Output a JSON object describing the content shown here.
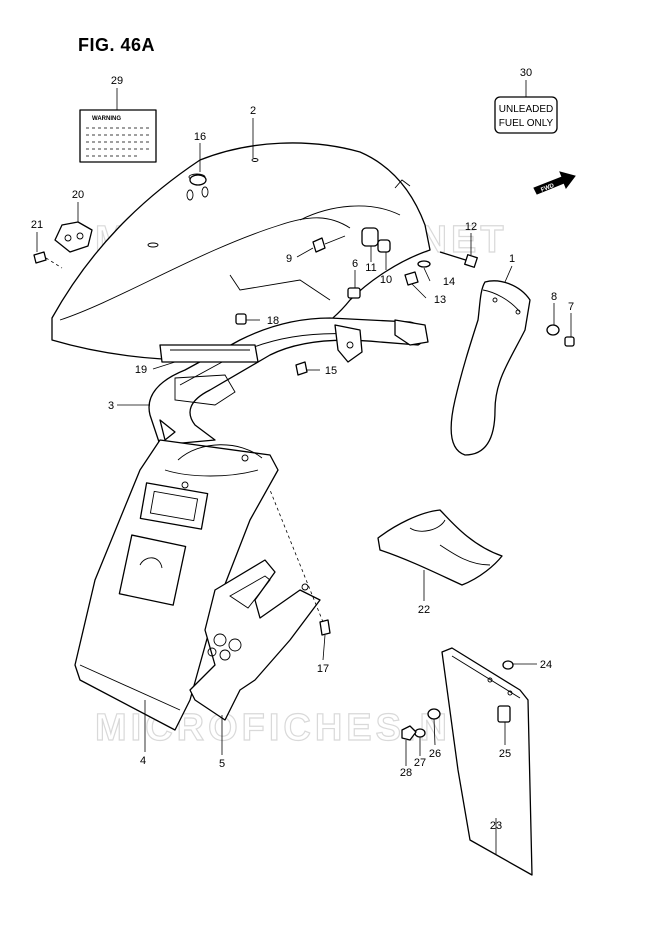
{
  "figure": {
    "title": "FIG. 46A"
  },
  "watermark": {
    "text": "MICROFICHES.NET"
  },
  "labels": {
    "warning_sticker": "WARNING",
    "unleaded_line1": "UNLEADED",
    "unleaded_line2": "FUEL ONLY",
    "forward_arrow": "FWD"
  },
  "callouts": {
    "p1": "1",
    "p2": "2",
    "p3": "3",
    "p4": "4",
    "p5": "5",
    "p6": "6",
    "p7": "7",
    "p8": "8",
    "p9": "9",
    "p10": "10",
    "p11": "11",
    "p12": "12",
    "p13": "13",
    "p14": "14",
    "p15": "15",
    "p16": "16",
    "p17": "17",
    "p18": "18",
    "p19": "19",
    "p20": "20",
    "p21": "21",
    "p22": "22",
    "p23": "23",
    "p24": "24",
    "p25": "25",
    "p26": "26",
    "p27": "27",
    "p28": "28",
    "p29": "29",
    "p30": "30"
  }
}
